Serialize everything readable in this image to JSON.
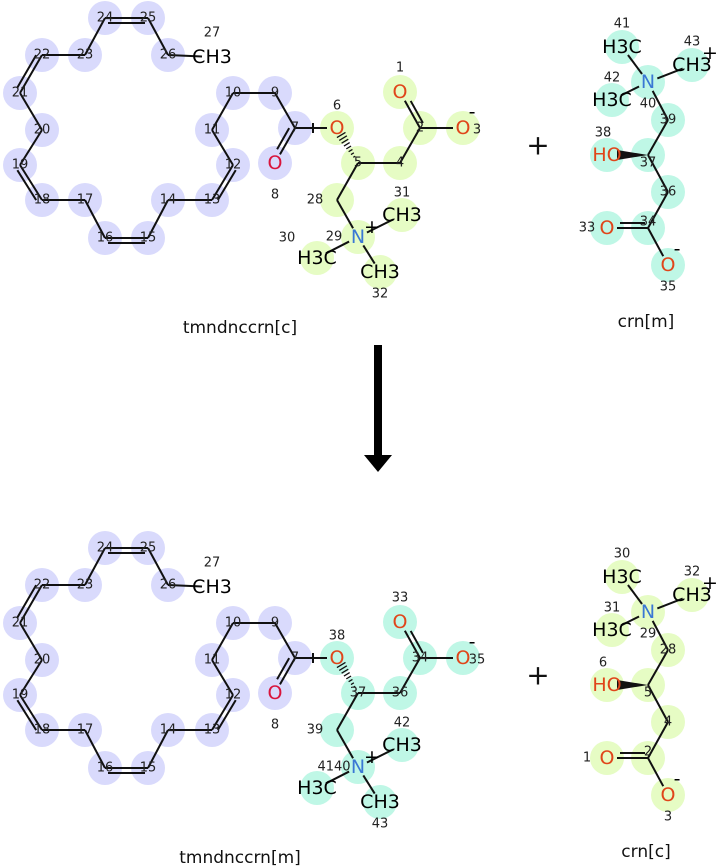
{
  "colors": {
    "compartment_c_highlight": "#e6fcc4",
    "compartment_m_highlight": "#bff7e6",
    "fatty_highlight": "#d9dafc",
    "oxygen": "#e0451a",
    "oxygen_dark": "#d9143c",
    "nitrogen": "#3a78d4",
    "bond": "#111111"
  },
  "reaction": {
    "plus_sign": "+",
    "arrow": "down"
  },
  "molecules": [
    {
      "name": "tmndnccrn[c]",
      "atom_numbers": [
        "24",
        "25",
        "26",
        "27",
        "23",
        "22",
        "21",
        "20",
        "19",
        "18",
        "17",
        "16",
        "15",
        "14",
        "13",
        "12",
        "11",
        "10",
        "9",
        "7",
        "8",
        "6",
        "5",
        "4",
        "2",
        "1",
        "3",
        "28",
        "29",
        "30",
        "31",
        "32"
      ],
      "labels": [
        "",
        "",
        "",
        "CH3",
        "",
        "",
        "",
        "",
        "",
        "",
        "",
        "",
        "",
        "",
        "",
        "",
        "",
        "",
        "",
        "",
        "O",
        "O",
        "",
        "",
        "",
        "O",
        "O",
        "",
        "N",
        "H3C",
        "CH3",
        "CH3"
      ],
      "charges": {
        "26": "-",
        "28": "+"
      },
      "highlights": [
        "fatty",
        "fatty",
        "fatty",
        "",
        "fatty",
        "fatty",
        "fatty",
        "fatty",
        "fatty",
        "fatty",
        "fatty",
        "fatty",
        "fatty",
        "fatty",
        "fatty",
        "fatty",
        "fatty",
        "fatty",
        "fatty",
        "fatty",
        "fatty",
        "c",
        "c",
        "c",
        "c",
        "c",
        "c",
        "c",
        "c",
        "c",
        "c",
        "c"
      ]
    },
    {
      "name": "crn[m]",
      "atom_numbers": [
        "41",
        "43",
        "42",
        "40",
        "39",
        "37",
        "38",
        "36",
        "34",
        "33",
        "35"
      ],
      "labels": [
        "H3C",
        "CH3",
        "H3C",
        "N",
        "",
        "",
        "HO",
        "",
        "",
        "O",
        "O"
      ],
      "charges": {
        "1": "+",
        "10": "-"
      },
      "highlights": [
        "m",
        "m",
        "m",
        "m",
        "m",
        "m",
        "m",
        "m",
        "m",
        "m",
        "m"
      ]
    },
    {
      "name": "tmndnccrn[m]",
      "atom_numbers": [
        "24",
        "25",
        "26",
        "27",
        "23",
        "22",
        "21",
        "20",
        "19",
        "18",
        "17",
        "16",
        "15",
        "14",
        "13",
        "12",
        "11",
        "10",
        "9",
        "7",
        "8",
        "38",
        "37",
        "36",
        "34",
        "33",
        "35",
        "39",
        "4140",
        "",
        "42",
        "43"
      ],
      "labels": [
        "",
        "",
        "",
        "CH3",
        "",
        "",
        "",
        "",
        "",
        "",
        "",
        "",
        "",
        "",
        "",
        "",
        "",
        "",
        "",
        "",
        "O",
        "O",
        "",
        "",
        "",
        "O",
        "O",
        "",
        "N",
        "H3C",
        "CH3",
        "CH3"
      ],
      "charges": {
        "26": "-",
        "28": "+"
      },
      "highlights": [
        "fatty",
        "fatty",
        "fatty",
        "",
        "fatty",
        "fatty",
        "fatty",
        "fatty",
        "fatty",
        "fatty",
        "fatty",
        "fatty",
        "fatty",
        "fatty",
        "fatty",
        "fatty",
        "fatty",
        "fatty",
        "fatty",
        "fatty",
        "fatty",
        "m",
        "m",
        "m",
        "m",
        "m",
        "m",
        "m",
        "m",
        "m",
        "m",
        "m"
      ]
    },
    {
      "name": "crn[c]",
      "atom_numbers": [
        "30",
        "32",
        "31",
        "29",
        "28",
        "5",
        "6",
        "4",
        "2",
        "1",
        "3"
      ],
      "labels": [
        "H3C",
        "CH3",
        "H3C",
        "N",
        "",
        "",
        "HO",
        "",
        "",
        "O",
        "O"
      ],
      "charges": {
        "1": "+",
        "10": "-"
      },
      "highlights": [
        "c",
        "c",
        "c",
        "c",
        "c",
        "c",
        "c",
        "c",
        "c",
        "c",
        "c"
      ]
    }
  ]
}
